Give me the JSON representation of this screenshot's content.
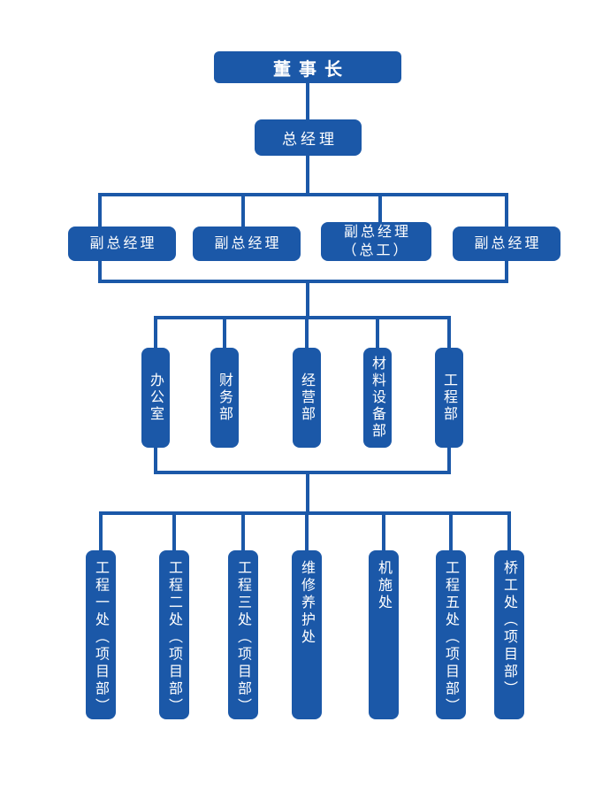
{
  "diagram": {
    "type": "org-chart",
    "levels": [
      "chairman",
      "general_manager",
      "deputy_general_managers",
      "departments",
      "sections"
    ]
  },
  "colors": {
    "box": "#1b58a8",
    "line": "#1b58a8",
    "text": "#ffffff",
    "background": "#ffffff"
  },
  "nodes": {
    "chairman": {
      "label": "董事长"
    },
    "general_manager": {
      "label": "总经理"
    },
    "deputies": [
      {
        "label": "副总经理"
      },
      {
        "label": "副总经理"
      },
      {
        "label": "副总经理\n（总工）"
      },
      {
        "label": "副总经理"
      }
    ],
    "departments": [
      {
        "label": "办公室"
      },
      {
        "label": "财务部"
      },
      {
        "label": "经营部"
      },
      {
        "label": "材料设备部"
      },
      {
        "label": "工程部"
      }
    ],
    "sections": [
      {
        "label": "工程一处（项目部）"
      },
      {
        "label": "工程二处（项目部）"
      },
      {
        "label": "工程三处（项目部）"
      },
      {
        "label": "维修养护处"
      },
      {
        "label": "机施处"
      },
      {
        "label": "工程五处（项目部）"
      },
      {
        "label": "桥工处（项目部）"
      }
    ]
  },
  "hierarchy": {
    "chairman_reports": [
      "general_manager"
    ],
    "general_manager_reports": [
      "deputies"
    ],
    "deputies_report": [
      "departments"
    ],
    "departments_report": [
      "sections"
    ]
  }
}
